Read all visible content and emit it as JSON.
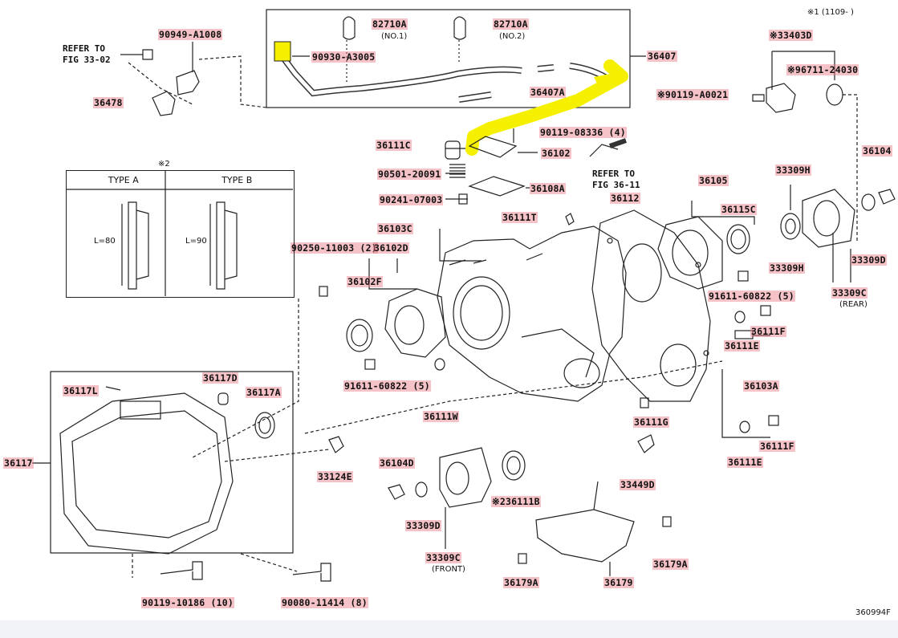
{
  "labels": {
    "p90949": "90949-A1008",
    "p82710a1": "82710A",
    "p82710a1_sub": "(NO.1)",
    "p82710a2": "82710A",
    "p82710a2_sub": "(NO.2)",
    "p36407": "36407",
    "p90930": "90930-A3005",
    "p36478": "36478",
    "p36407a": "36407A",
    "note_top": "※1 (1109-     )",
    "p33403d": "※33403D",
    "p96711": "※96711-24030",
    "p90119a": "※90119-A0021",
    "p36111c": "36111C",
    "p90119_08336": "90119-08336 (4)",
    "p36102": "36102",
    "p36104": "36104",
    "p90501": "90501-20091",
    "p36108a": "36108A",
    "p36105": "36105",
    "p33309h_top": "33309H",
    "p90241": "90241-07003",
    "p36112": "36112",
    "p36115c": "36115C",
    "p36111t": "36111T",
    "p36103c": "36103C",
    "p90250": "90250-11003 (2)",
    "p36102d": "36102D",
    "p33309h_bot": "33309H",
    "p33309d_r": "33309D",
    "p33309c_r": "33309C",
    "p33309c_r_sub": "(REAR)",
    "p91611_r": "91611-60822 (5)",
    "p36102f": "36102F",
    "p36111f_top": "36111F",
    "p36111e_top": "36111E",
    "p91611_l": "91611-60822 (5)",
    "p36117d": "36117D",
    "p36117l": "36117L",
    "p36117a": "36117A",
    "p36103a": "36103A",
    "p36111w": "36111W",
    "p36111g": "36111G",
    "p36111f_bot": "36111F",
    "p36111e_bot": "36111E",
    "p36117": "36117",
    "p33124e": "33124E",
    "p36104d": "36104D",
    "p36111b": "※236111B",
    "p33449d": "33449D",
    "p33309d_f": "33309D",
    "p33309c_f": "33309C",
    "p33309c_f_sub": "(FRONT)",
    "p36179a_r": "36179A",
    "p36179a_l": "36179A",
    "p36179": "36179",
    "p90119_10186": "90119-10186 (10)",
    "p90080": "90080-11414 (8)",
    "fig_id": "360994F"
  },
  "notes": {
    "refer_33": "REFER TO\nFIG 33-02",
    "refer_36": "REFER TO\nFIG 36-11"
  },
  "type_box": {
    "marker": "※2",
    "type_a": "TYPE A",
    "type_b": "TYPE B",
    "len_a": "L=80",
    "len_b": "L=90"
  },
  "colors": {
    "highlight_yellow": "#f5f000",
    "label_highlight": "#e6a0a8",
    "line": "#222222"
  }
}
